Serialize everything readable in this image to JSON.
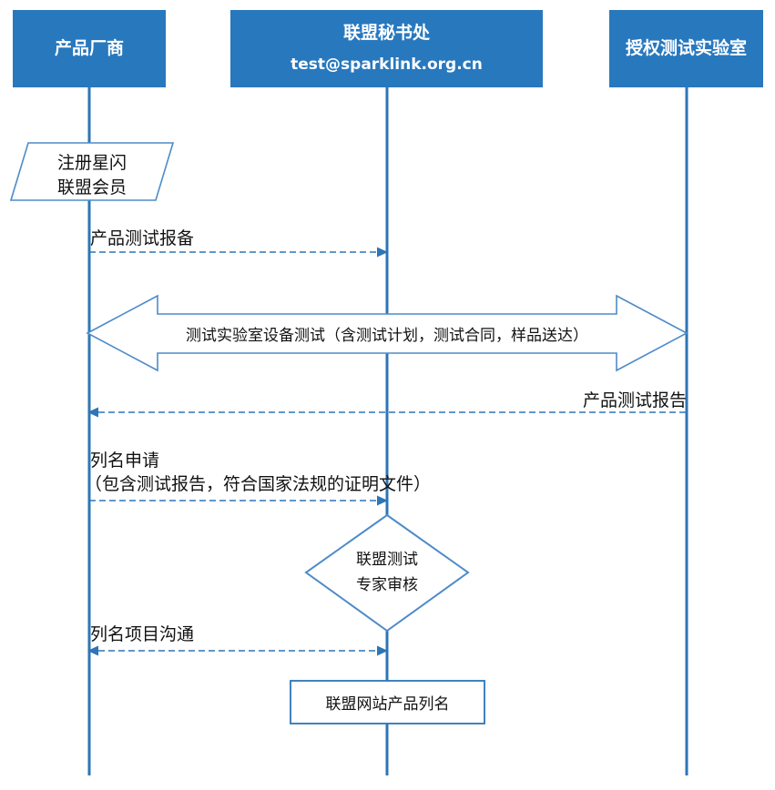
{
  "actors": {
    "manufacturer": {
      "label": "产品厂商"
    },
    "secretariat": {
      "label": "联盟秘书处",
      "email": "test@sparklink.org.cn"
    },
    "test_lab": {
      "label": "授权测试实验室"
    }
  },
  "steps": {
    "register": {
      "line1": "注册星闪",
      "line2": "联盟会员"
    },
    "test_filing": {
      "label": "产品测试报备"
    },
    "lab_testing": {
      "label": "测试实验室设备测试（含测试计划，测试合同，样品送达）"
    },
    "test_report": {
      "label": "产品测试报告"
    },
    "listing_application": {
      "line1": "列名申请",
      "line2": "（包含测试报告，符合国家法规的证明文件）"
    },
    "expert_review": {
      "line1": "联盟测试",
      "line2": "专家审核"
    },
    "listing_communication": {
      "label": "列名项目沟通"
    },
    "website_listing": {
      "label": "联盟网站产品列名"
    }
  },
  "colors": {
    "header_fill": "#2878BE",
    "connector_blue": "#2E75B6",
    "shape_outline": "#4E8BC8",
    "text": "#111111",
    "background": "#FFFFFF"
  }
}
